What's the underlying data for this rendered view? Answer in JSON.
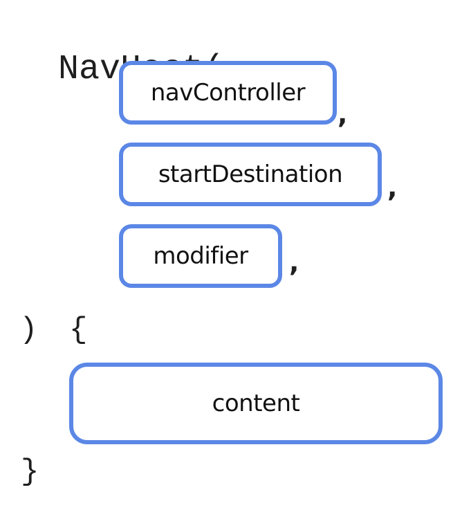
{
  "code": {
    "function_name": "NavHost",
    "open_paren": "(",
    "close_paren": ")",
    "open_brace": "{",
    "close_brace": "}",
    "separator": ","
  },
  "parameters": [
    {
      "label": "navController"
    },
    {
      "label": "startDestination"
    },
    {
      "label": "modifier"
    }
  ],
  "content_block": {
    "label": "content"
  },
  "colors": {
    "box_border": "#5b87e6",
    "text": "#1f1f1f"
  }
}
